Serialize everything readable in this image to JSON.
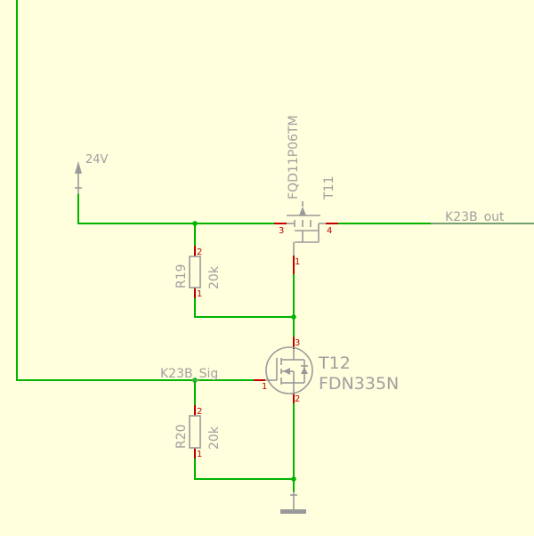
{
  "power": {
    "supply_label": "24V"
  },
  "nets": {
    "k23b_out": "K23B_out",
    "k23b_sig": "K23B_Sig"
  },
  "parts": {
    "t11": {
      "name": "T11",
      "value": "FQD11P06TM",
      "pins": {
        "gate": "3",
        "source": "4",
        "drain": "1"
      }
    },
    "t12": {
      "name": "T12",
      "value": "FDN335N",
      "pins": {
        "gate": "1",
        "drain": "3",
        "source": "2"
      }
    },
    "r19": {
      "name": "R19",
      "value": "20k",
      "pins": {
        "top": "2",
        "bottom": "1"
      }
    },
    "r20": {
      "name": "R20",
      "value": "20k",
      "pins": {
        "top": "2",
        "bottom": "1"
      }
    }
  },
  "colors": {
    "background": "#ffffdd",
    "wire": "#00b400",
    "pin": "#c00000",
    "symbol": "#9a9a9a"
  }
}
